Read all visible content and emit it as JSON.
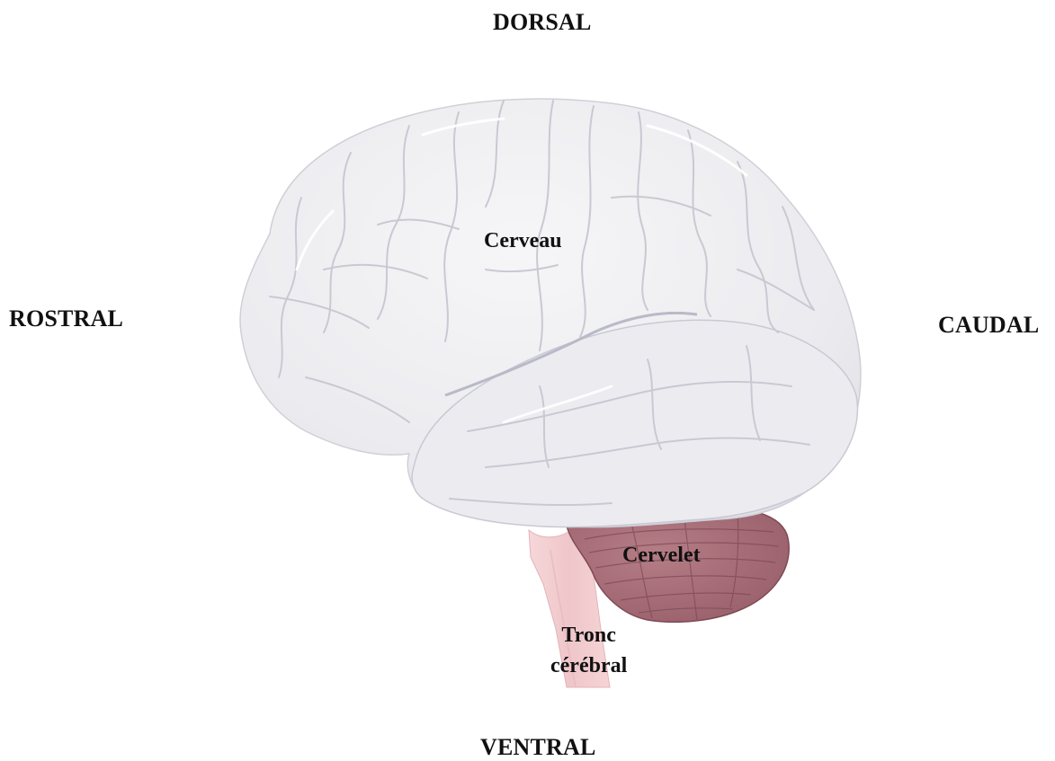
{
  "directions": {
    "dorsal": "DORSAL",
    "rostral": "ROSTRAL",
    "caudal": "CAUDAL",
    "ventral": "VENTRAL"
  },
  "regions": {
    "cerebrum": "Cerveau",
    "cerebellum": "Cervelet",
    "brainstem_line1": "Tronc",
    "brainstem_line2": "cérébral"
  },
  "colors": {
    "cerebrum_fill": "#ececf0",
    "cerebrum_fold": "#c9c9d4",
    "cerebellum_fill": "#a86e78",
    "cerebellum_line": "#7e4a55",
    "brainstem_fill": "#f1cfd1"
  }
}
